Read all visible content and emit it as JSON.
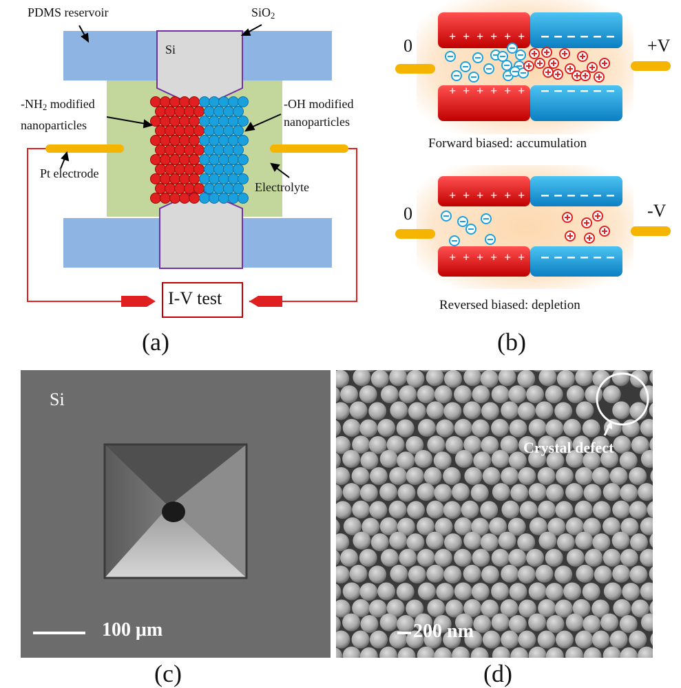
{
  "panel_a": {
    "caption": "(a)",
    "pdms_label": "PDMS reservoir",
    "sio2_label_main": "SiO",
    "sio2_label_sub": "2",
    "si_label": "Si",
    "nh2_line1_pre": "-NH",
    "nh2_line1_sub": "2",
    "nh2_line1_post": " modified",
    "nh2_line2": "nanoparticles",
    "oh_line1": "-OH modified",
    "oh_line2": "nanoparticles",
    "pt_label": "Pt electrode",
    "electrolyte_label": "Electrolyte",
    "iv_label": "I-V test"
  },
  "panel_b": {
    "caption": "(b)",
    "forward_caption": "Forward biased:  accumulation",
    "reverse_caption": "Reversed biased:  depletion",
    "forward_left_v": "0",
    "forward_right_v": "+V",
    "reverse_left_v": "0",
    "reverse_right_v": "-V"
  },
  "panel_c": {
    "caption": "(c)",
    "si_label": "Si",
    "scale_label": "100 μm"
  },
  "panel_d": {
    "caption": "(d)",
    "defect_label": "Crystal defect",
    "scale_label": "200 nm"
  },
  "colors": {
    "red": "#e02020",
    "blue": "#1aa0dc",
    "pdms": "#8eb4e3",
    "electrolyte": "#c3d69b",
    "si": "#d9d9d9",
    "gold": "#f5b400"
  }
}
